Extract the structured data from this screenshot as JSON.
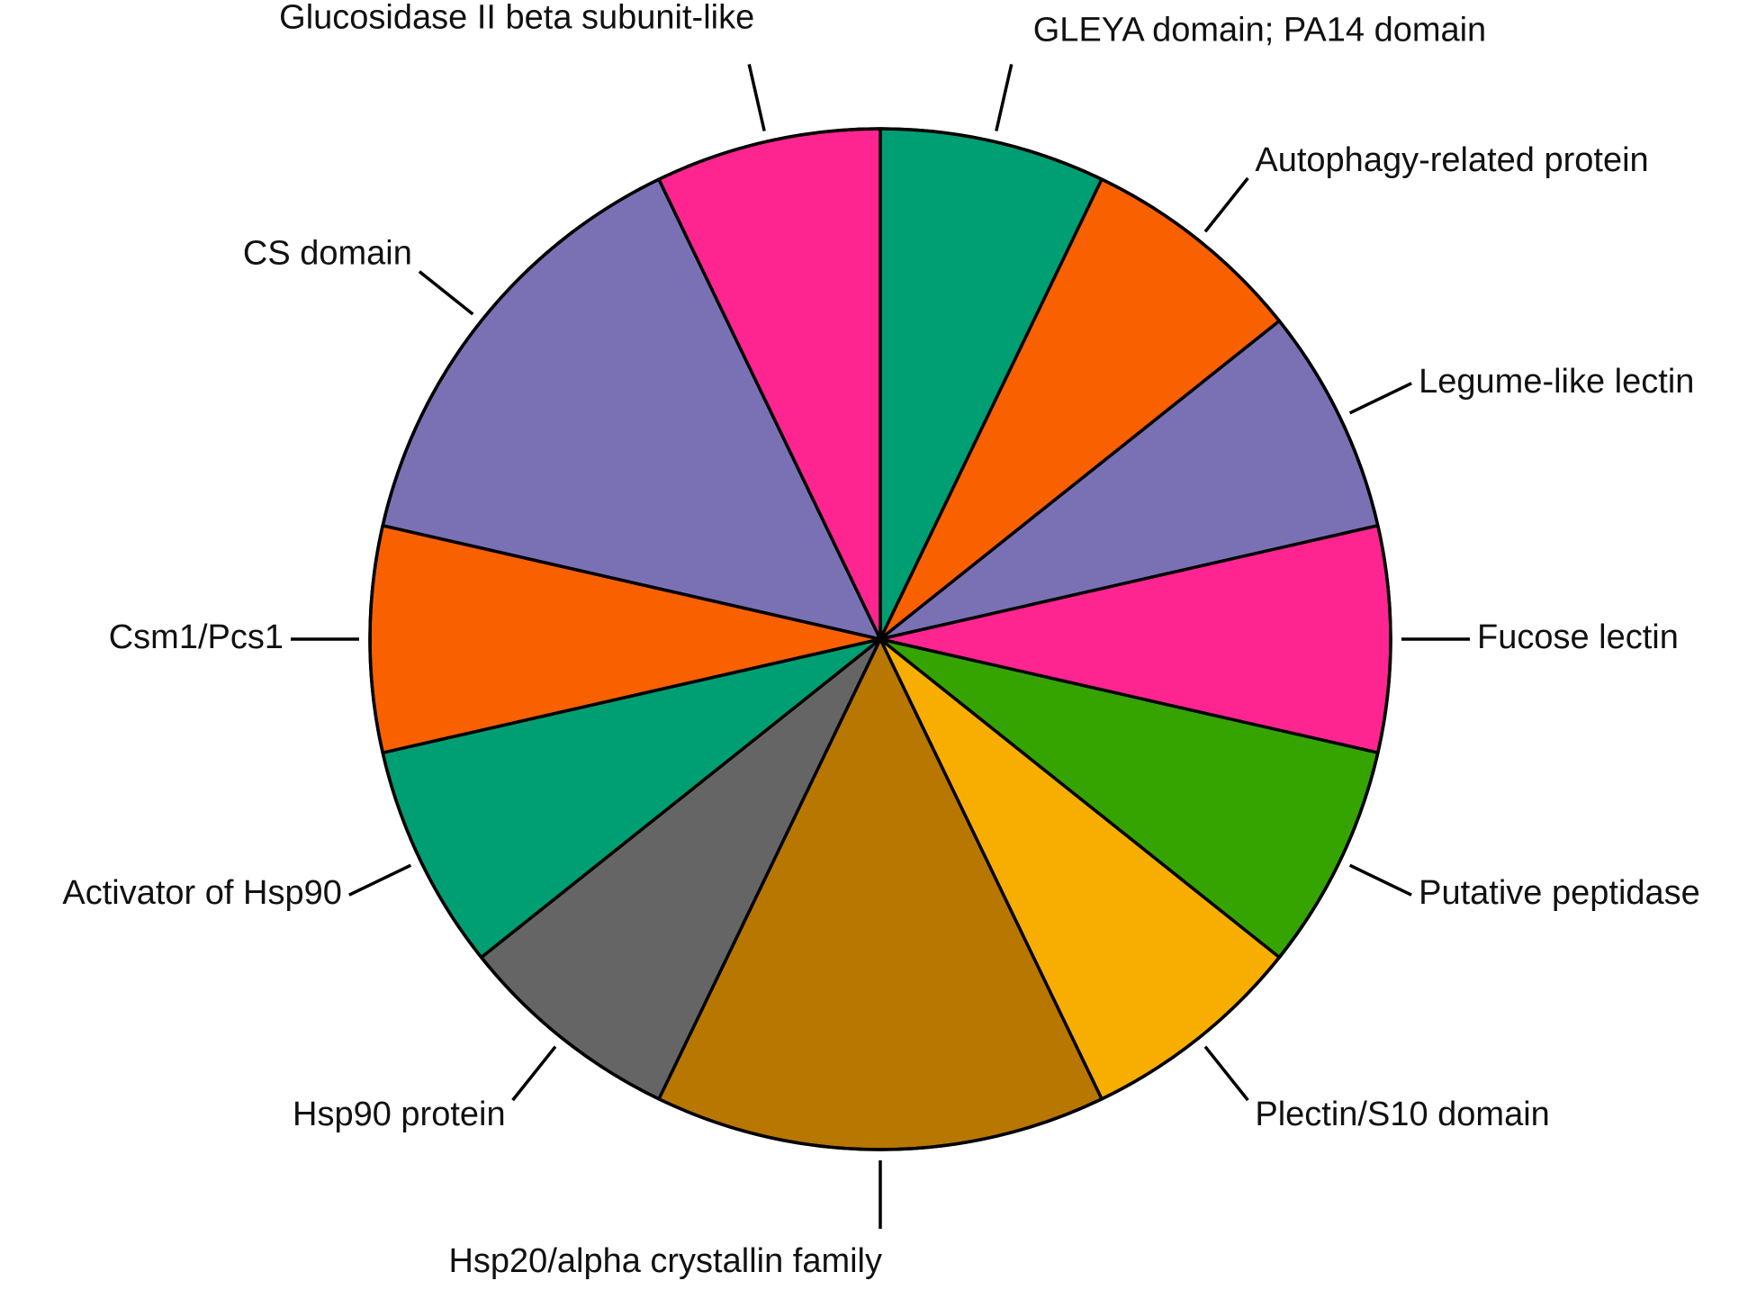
{
  "chart_data": {
    "type": "pie",
    "title": "",
    "slices": [
      {
        "label": "GLEYA domain; PA14 domain",
        "value": 1,
        "color": "#009E73"
      },
      {
        "label": "Autophagy-related protein",
        "value": 1,
        "color": "#F96000"
      },
      {
        "label": "Legume-like lectin",
        "value": 1,
        "color": "#7A71B5"
      },
      {
        "label": "Fucose lectin",
        "value": 1,
        "color": "#FF2590"
      },
      {
        "label": "Putative peptidase",
        "value": 1,
        "color": "#35A400"
      },
      {
        "label": "Plectin/S10 domain",
        "value": 1,
        "color": "#F8AE00"
      },
      {
        "label": "Hsp20/alpha crystallin family",
        "value": 2,
        "color": "#B87700"
      },
      {
        "label": "Hsp90 protein",
        "value": 1,
        "color": "#656565"
      },
      {
        "label": "Activator of Hsp90",
        "value": 1,
        "color": "#009E73"
      },
      {
        "label": "Csm1/Pcs1",
        "value": 1,
        "color": "#F96000"
      },
      {
        "label": "CS domain",
        "value": 2,
        "color": "#7A71B5"
      },
      {
        "label": "Glucosidase II beta subunit-like",
        "value": 1,
        "color": "#FF2590"
      }
    ],
    "start": "12 o'clock",
    "direction": "clockwise",
    "legend": "none"
  }
}
